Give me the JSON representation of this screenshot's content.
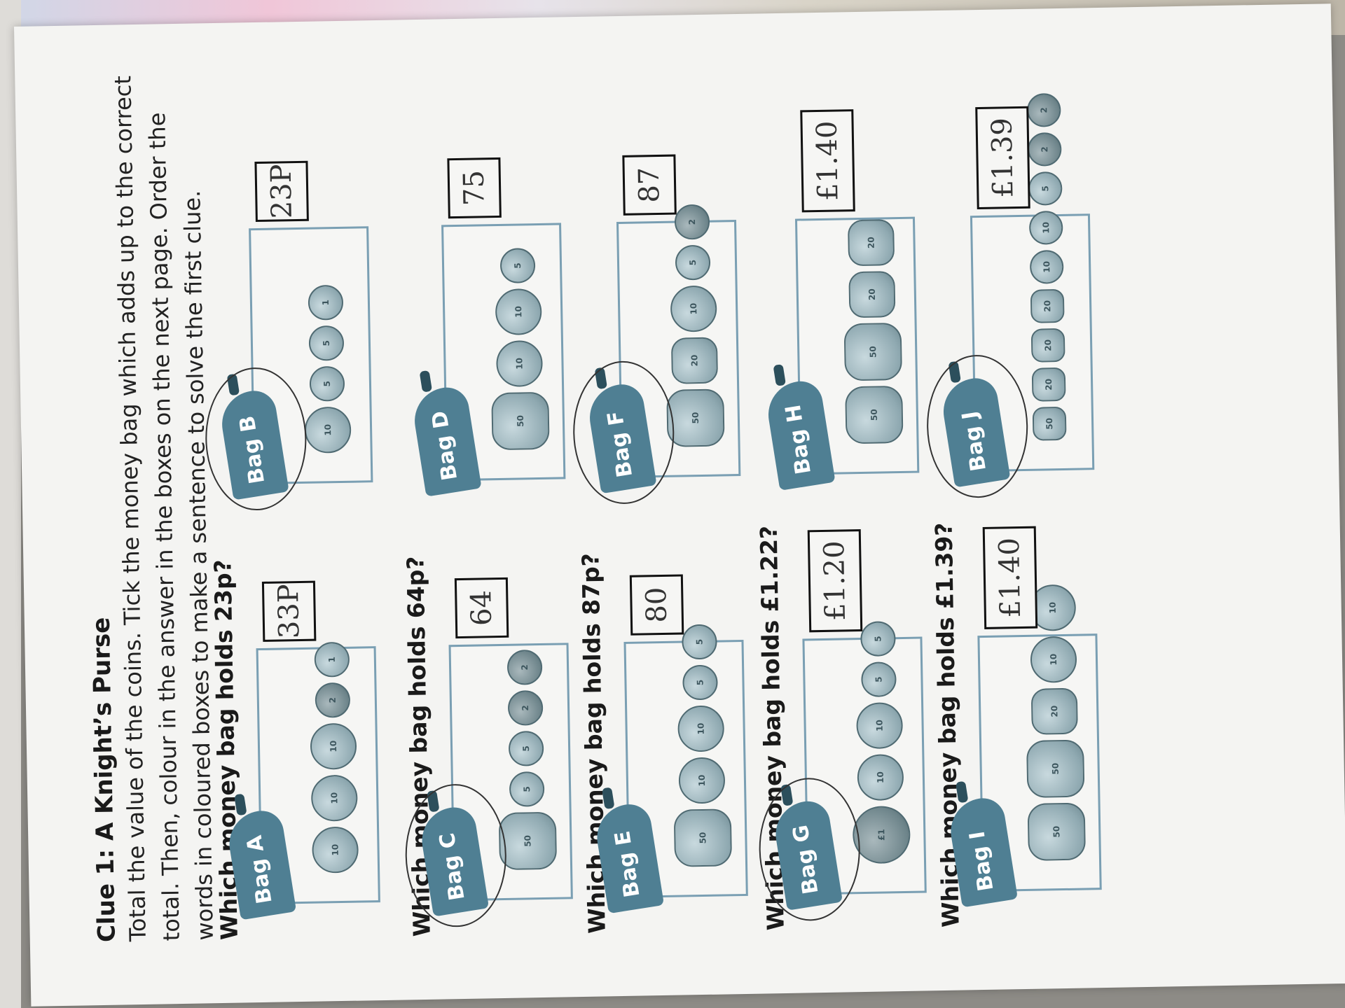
{
  "worksheet": {
    "title": "Clue 1: A Knight’s Purse",
    "instructions": "Total the value of the coins. Tick the money bag which adds up to the correct total. Then, colour in the answer in the boxes on the next page. Order the words in coloured boxes to make a sentence to solve the first clue.",
    "questions": [
      {
        "text": "Which money bag holds 23p?",
        "bags": [
          {
            "label": "Bag A",
            "coins": [
              "10",
              "10",
              "10",
              "2",
              "1"
            ],
            "answer": "33P",
            "circled": false
          },
          {
            "label": "Bag B",
            "coins": [
              "10",
              "5",
              "5",
              "1"
            ],
            "answer": "23P",
            "circled": true
          }
        ]
      },
      {
        "text": "Which money bag holds 64p?",
        "bags": [
          {
            "label": "Bag C",
            "coins": [
              "50",
              "5",
              "5",
              "2",
              "2"
            ],
            "answer": "64",
            "circled": true
          },
          {
            "label": "Bag D",
            "coins": [
              "50",
              "10",
              "10",
              "5"
            ],
            "answer": "75",
            "circled": false
          }
        ]
      },
      {
        "text": "Which money bag holds 87p?",
        "bags": [
          {
            "label": "Bag E",
            "coins": [
              "50",
              "10",
              "10",
              "5",
              "5"
            ],
            "answer": "80",
            "circled": false
          },
          {
            "label": "Bag F",
            "coins": [
              "50",
              "20",
              "10",
              "5",
              "2"
            ],
            "answer": "87",
            "circled": true
          }
        ]
      },
      {
        "text": "Which money bag holds £1.22?",
        "bags": [
          {
            "label": "Bag G",
            "coins": [
              "£1",
              "10",
              "10",
              "5",
              "5"
            ],
            "answer": "£1.20",
            "circled": true
          },
          {
            "label": "Bag H",
            "coins": [
              "50",
              "50",
              "20",
              "20"
            ],
            "answer": "£1.40",
            "circled": false
          }
        ]
      },
      {
        "text": "Which money bag holds £1.39?",
        "bags": [
          {
            "label": "Bag I",
            "coins": [
              "50",
              "50",
              "20",
              "10",
              "10"
            ],
            "answer": "£1.40",
            "circled": false
          },
          {
            "label": "Bag J",
            "coins": [
              "50",
              "20",
              "20",
              "20",
              "10",
              "10",
              "5",
              "2",
              "2"
            ],
            "answer": "£1.39",
            "circled": true
          }
        ]
      }
    ]
  },
  "colors": {
    "bag": "#4f7f93",
    "panel_border": "#7a9fb3",
    "coin": "#8fa9b1",
    "paper": "#f4f4f2"
  }
}
